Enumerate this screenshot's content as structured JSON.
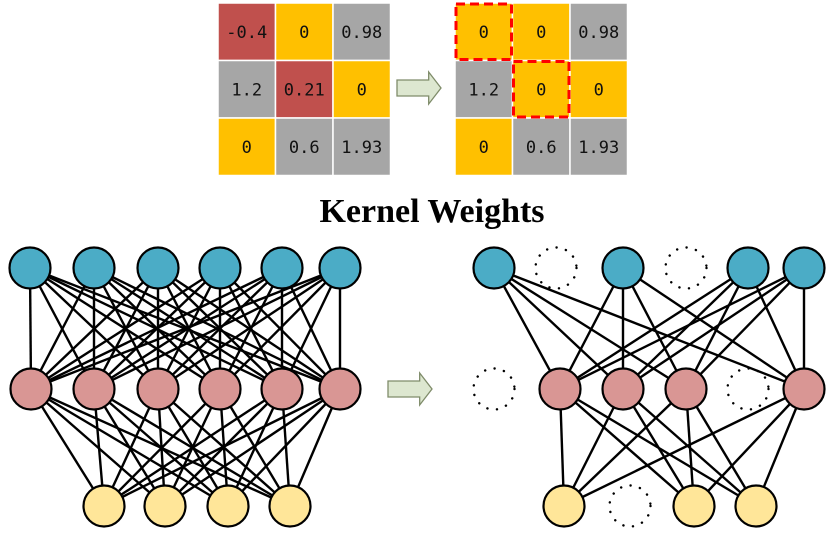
{
  "title": "Kernel Weights",
  "colors": {
    "red": "#C0504D",
    "orange": "#FFC000",
    "gray": "#A6A6A6",
    "blue": "#4BACC6",
    "pink": "#D99694",
    "yellow": "#FFE699",
    "arrow_fill": "#DDE7D0",
    "arrow_stroke": "#7F8C6A",
    "dash": "#FF0000"
  },
  "matrix_before": [
    [
      {
        "text": "-0.4",
        "color": "red"
      },
      {
        "text": "0",
        "color": "orange"
      },
      {
        "text": "0.98",
        "color": "gray"
      }
    ],
    [
      {
        "text": "1.2",
        "color": "gray"
      },
      {
        "text": "0.21",
        "color": "red"
      },
      {
        "text": "0",
        "color": "orange"
      }
    ],
    [
      {
        "text": "0",
        "color": "orange"
      },
      {
        "text": "0.6",
        "color": "gray"
      },
      {
        "text": "1.93",
        "color": "gray"
      }
    ]
  ],
  "matrix_after": [
    [
      {
        "text": "0",
        "color": "orange",
        "pruned": true
      },
      {
        "text": "0",
        "color": "orange"
      },
      {
        "text": "0.98",
        "color": "gray"
      }
    ],
    [
      {
        "text": "1.2",
        "color": "gray"
      },
      {
        "text": "0",
        "color": "orange",
        "pruned": true
      },
      {
        "text": "0",
        "color": "orange"
      }
    ],
    [
      {
        "text": "0",
        "color": "orange"
      },
      {
        "text": "0.6",
        "color": "gray"
      },
      {
        "text": "1.93",
        "color": "gray"
      }
    ]
  ],
  "network_before": {
    "top": [
      true,
      true,
      true,
      true,
      true,
      true
    ],
    "middle": [
      true,
      true,
      true,
      true,
      true,
      true
    ],
    "bottom": [
      true,
      true,
      true,
      true
    ]
  },
  "network_after": {
    "top": [
      true,
      false,
      true,
      false,
      true,
      true
    ],
    "middle": [
      false,
      true,
      true,
      true,
      false,
      true
    ],
    "bottom": [
      true,
      false,
      true,
      true
    ]
  }
}
